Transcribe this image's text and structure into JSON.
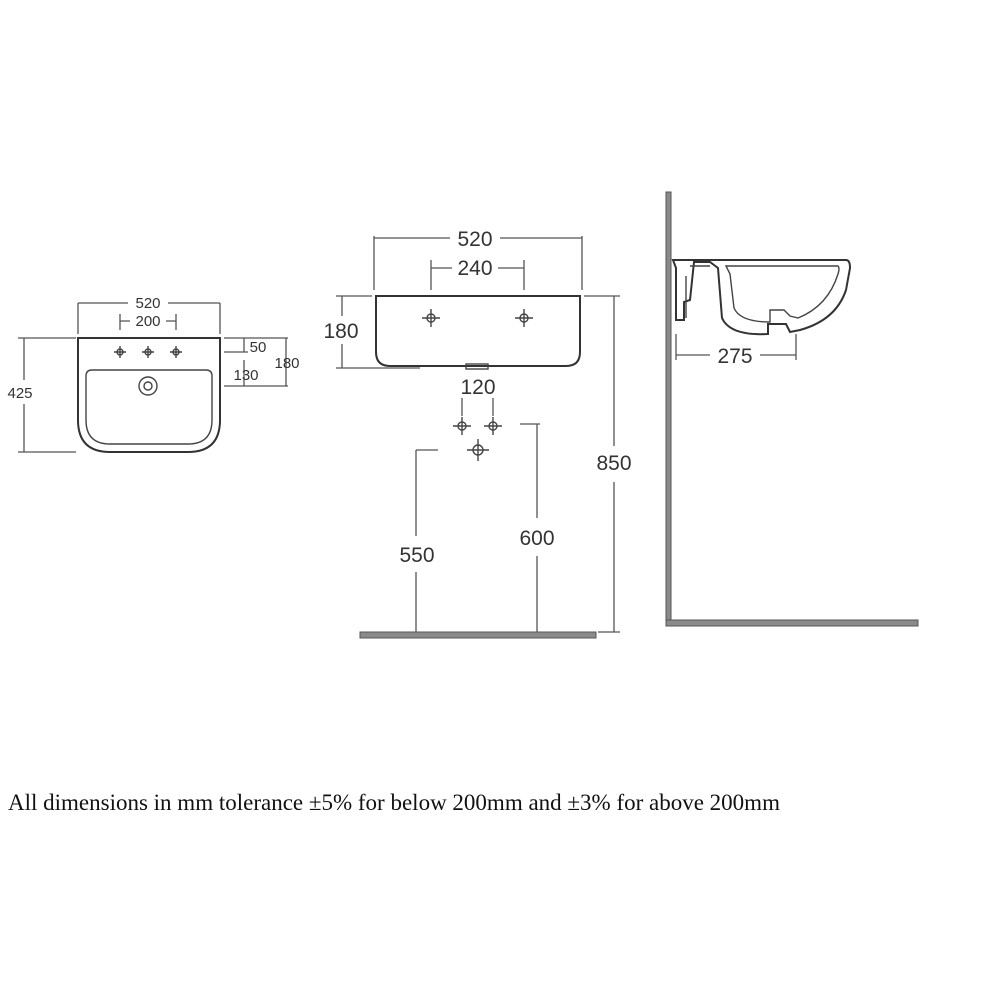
{
  "plan_view": {
    "width": "520",
    "tap_spacing": "200",
    "depth": "425",
    "tap_offset": "50",
    "bowl_offset": "130",
    "overall_side": "180"
  },
  "front_view": {
    "width": "520",
    "tap_spacing": "240",
    "height": "180",
    "waste_spacing": "120",
    "trap_height_left": "550",
    "trap_height_right": "600",
    "rim_height": "850"
  },
  "side_view": {
    "projection": "275"
  },
  "footnote": "All dimensions in mm tolerance ±5% for below 200mm and ±3% for above 200mm",
  "colors": {
    "line": "#555555",
    "outline": "#333333",
    "floor": "#8a8a8a",
    "text": "#333333"
  }
}
